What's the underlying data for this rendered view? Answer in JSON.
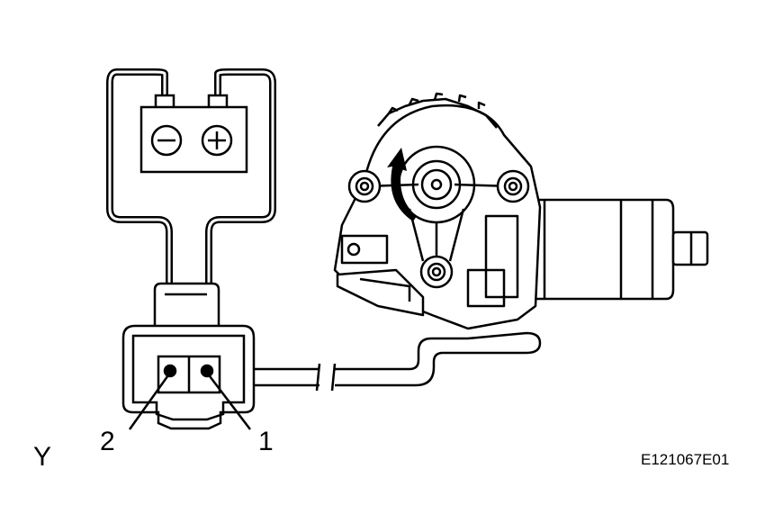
{
  "labels": {
    "terminal_2": "2",
    "terminal_1": "1",
    "view_letter": "Y",
    "figure_code": "E121067E01"
  },
  "icons": {
    "battery": "battery-icon",
    "motor": "wiper-motor-icon",
    "connector": "connector-icon",
    "rotation_arrow": "rotation-arrow-icon"
  }
}
